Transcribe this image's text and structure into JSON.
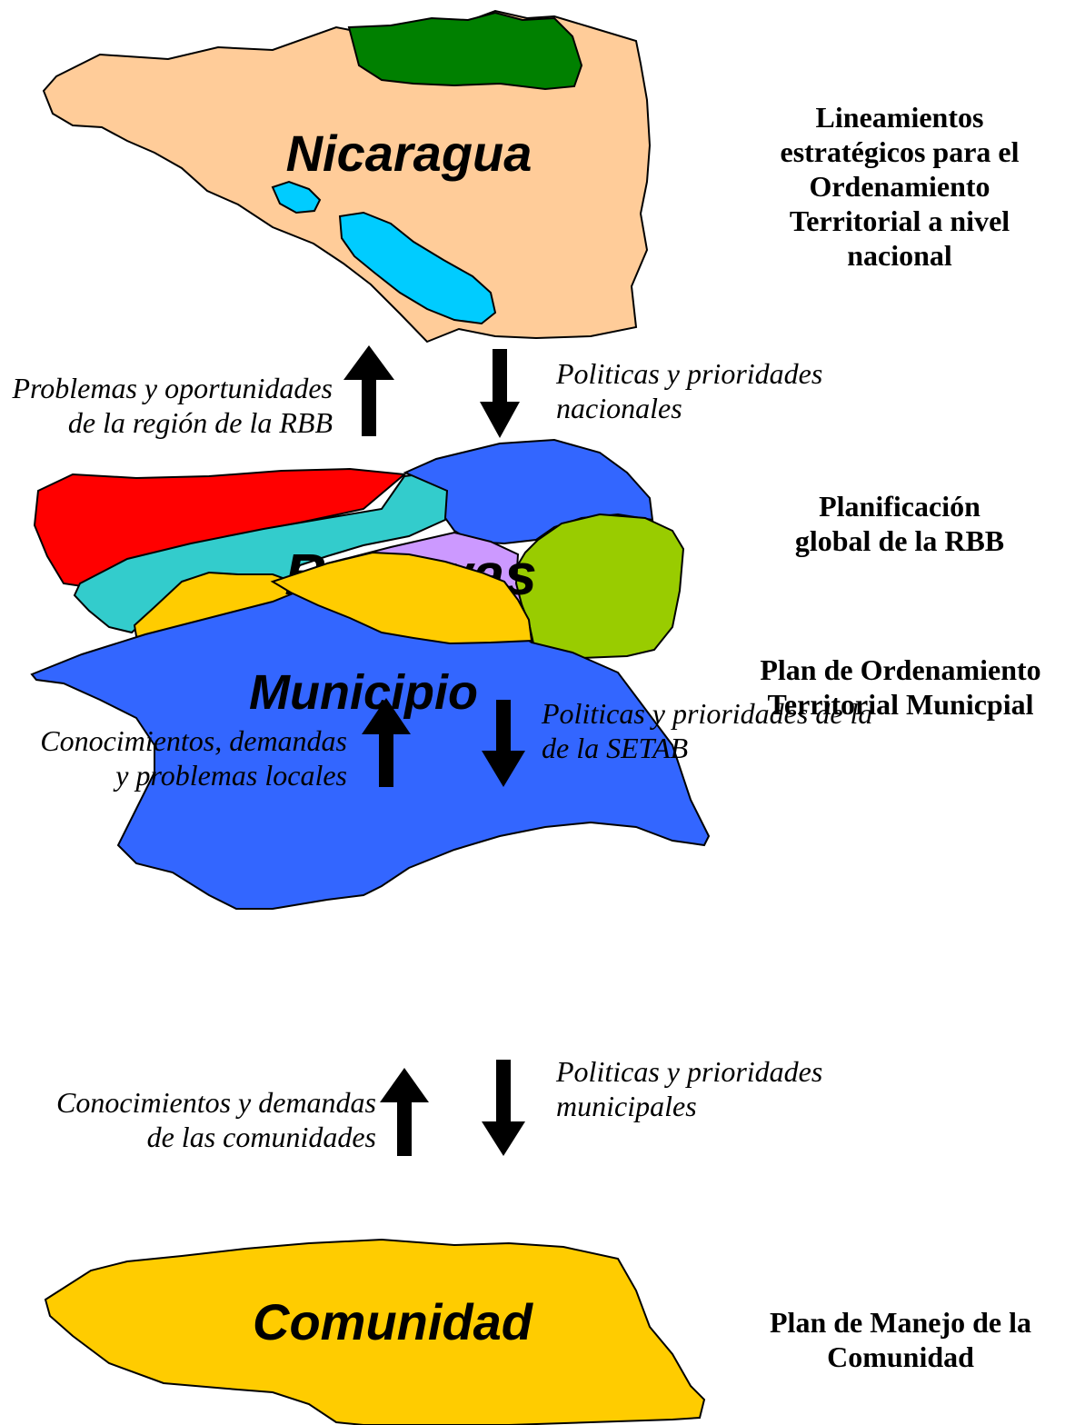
{
  "levels": [
    {
      "map_label": "Nicaragua",
      "description": [
        "Lineamientos",
        "estratégicos para el",
        "Ordenamiento",
        "Territorial a nivel",
        "nacional"
      ]
    },
    {
      "map_label": "Bosawas",
      "description": [
        "Planificación",
        "global de la RBB"
      ]
    },
    {
      "map_label": "Municipio",
      "description": [
        "Plan de Ordenamiento",
        "Territorial Municpial"
      ]
    },
    {
      "map_label": "Comunidad",
      "description": [
        "Plan de Manejo de la",
        "Comunidad"
      ]
    }
  ],
  "flows": [
    {
      "up": [
        "Problemas y oportunidades",
        "de la región de la RBB"
      ],
      "down": [
        "Politicas y prioridades",
        "nacionales"
      ]
    },
    {
      "up": [
        "Conocimientos, demandas",
        "y problemas locales"
      ],
      "down": [
        "Politicas y prioridades de la",
        "de la SETAB"
      ]
    },
    {
      "up": [
        "Conocimientos y demandas",
        "de las comunidades"
      ],
      "down": [
        "Politicas y prioridades",
        "municipales"
      ]
    }
  ],
  "colors": {
    "nicaragua_land": "#FFCC99",
    "forest": "#008000",
    "lake": "#00CCFF",
    "bosawas_red": "#FF0000",
    "bosawas_teal": "#33CCCC",
    "bosawas_blue": "#3366FF",
    "bosawas_green": "#99CC00",
    "bosawas_orange": "#FFCC00",
    "bosawas_lilac": "#CC99FF",
    "municipio": "#3366FF",
    "municipio_area": "#FFCC00",
    "comunidad": "#FFCC00",
    "arrow": "#000000"
  }
}
